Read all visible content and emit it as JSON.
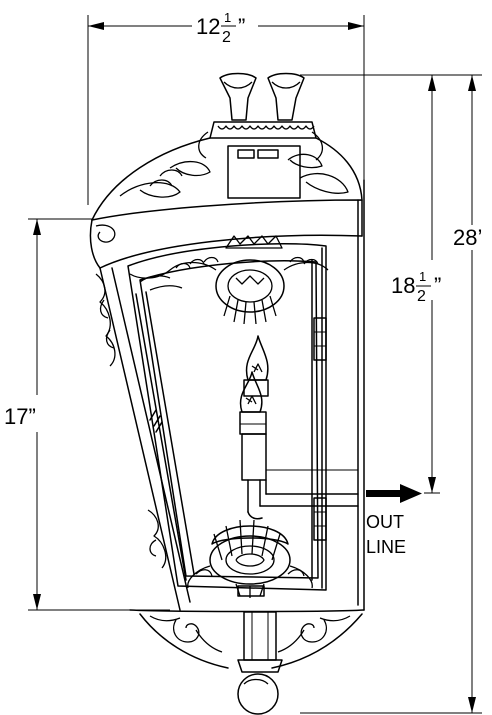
{
  "dimensions": {
    "width_whole": "12",
    "width_num": "1",
    "width_den": "2",
    "width_inch": "”",
    "overall_height": "28’",
    "fixture_height_whole": "18",
    "fixture_height_num": "1",
    "fixture_height_den": "2",
    "fixture_height_inch": "”",
    "backplate_height": "17”"
  },
  "labels": {
    "out_line_1": "OUT",
    "out_line_2": "LINE"
  }
}
